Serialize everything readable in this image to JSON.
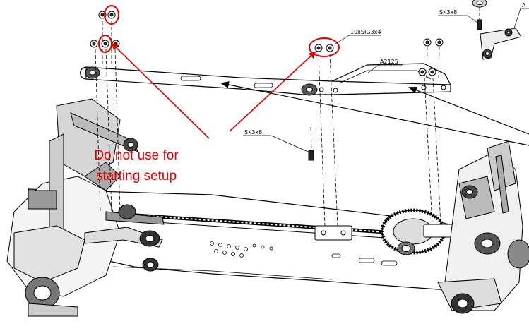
{
  "annotation": {
    "note_line1": "Do not use for",
    "note_line2": "starting setup",
    "color": "#e00000"
  },
  "callouts": {
    "sk3x8_top": "SK3x8",
    "sig_screws": "10xSIG3x4",
    "part_number": "A2125",
    "sk3x8_mid": "SK3x8",
    "partial_letter": "A"
  },
  "icons": {
    "screw": "screw-icon",
    "arrow": "arrow-icon"
  }
}
